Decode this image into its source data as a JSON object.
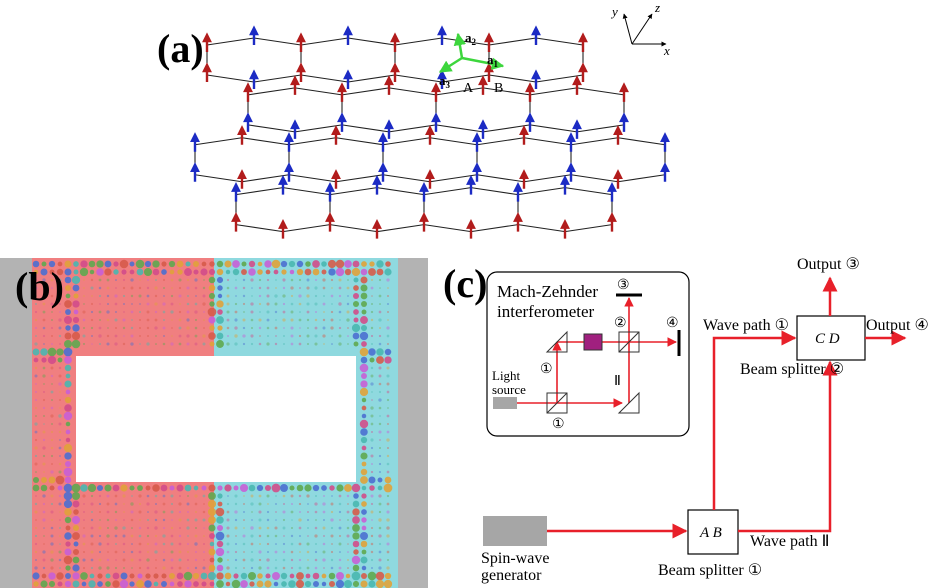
{
  "panel_a": {
    "label": "(a)",
    "vectors": {
      "a1": "a",
      "a1_sub": "1",
      "a2": "a",
      "a2_sub": "2",
      "a3": "a",
      "a3_sub": "3"
    },
    "sites": {
      "A": "A",
      "B": "B"
    },
    "axes": {
      "x": "x",
      "y": "y",
      "z": "z"
    },
    "colors": {
      "spin_up_red": "#b21c1c",
      "spin_blue": "#1c2bc4",
      "vector_green": "#3dd63d",
      "bond": "#222222"
    }
  },
  "panel_b": {
    "label": "(b)",
    "colors": {
      "left_region": "#f07f80",
      "right_region": "#8fd9df",
      "border": "#b3b3b3",
      "hole": "#ffffff"
    }
  },
  "panel_c": {
    "label": "(c)",
    "inset": {
      "title_line1": "Mach-Zehnder",
      "title_line2": "interferometer",
      "light_source_line1": "Light",
      "light_source_line2": "source",
      "marks": {
        "m1a": "①",
        "m1b": "①",
        "m2": "②",
        "m3": "③",
        "m4": "④",
        "m11": "Ⅱ"
      }
    },
    "generator_line1": "Spin-wave",
    "generator_line2": "generator",
    "splitter1": {
      "text": "A B",
      "label": "Beam splitter ①"
    },
    "splitter2": {
      "text": "C D",
      "label": "Beam splitter ②"
    },
    "wave_path_1": "Wave path ①",
    "wave_path_2": "Wave path Ⅱ",
    "output_3": "Output ③",
    "output_4": "Output ④",
    "colors": {
      "beam": "#e8202a",
      "device": "#a6a6a6",
      "modulator": "#a0207f"
    }
  }
}
